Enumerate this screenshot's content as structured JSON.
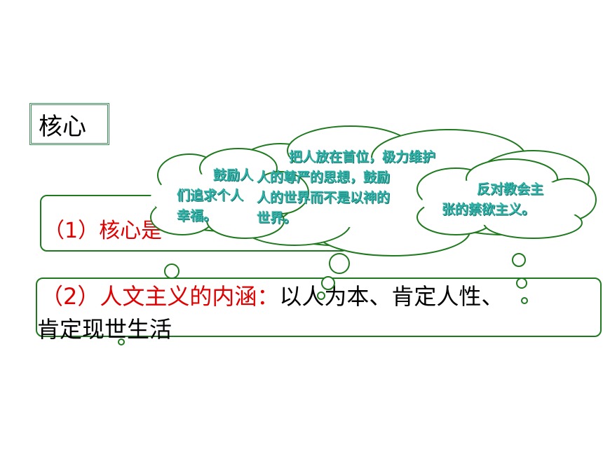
{
  "title": "核心",
  "point1": {
    "label": "（1）核心是"
  },
  "point2": {
    "label": "（2）人文主义的内涵：",
    "line1_rest": "以人为本、肯定人性、",
    "line2": "肯定现世生活"
  },
  "clouds": {
    "main": {
      "line1": "把人放在首位，极力维护",
      "line2": "人的尊严的思想，鼓励",
      "line3": "人的世界而不是以神的",
      "line4": "世界。"
    },
    "left": {
      "line1": "鼓励人",
      "line2": "们追求个人",
      "line3": "幸福。"
    },
    "right": {
      "line1": "反对教会主",
      "line2": "张的禁欲主义。"
    }
  },
  "colors": {
    "accent_red": "#e00000",
    "cloud_text": "#2fb3a8",
    "box_border": "#1f7a1f"
  }
}
